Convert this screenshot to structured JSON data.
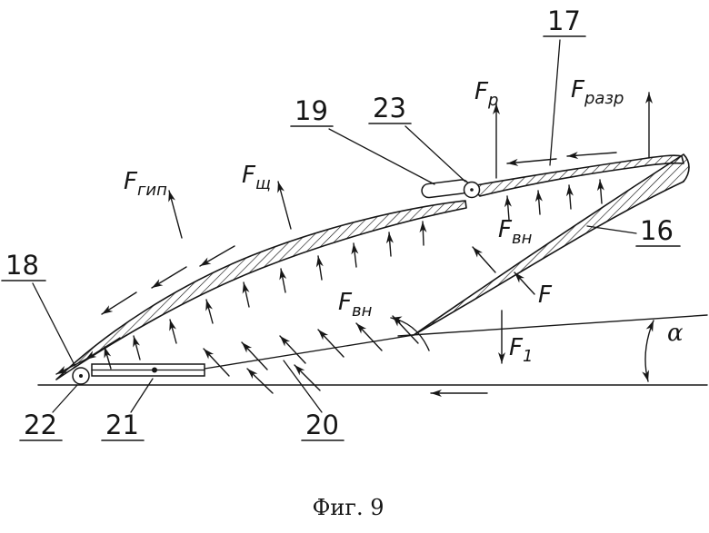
{
  "colors": {
    "ink": "#161616",
    "paper": "#ffffff"
  },
  "caption": "Фиг. 9",
  "angle_label": "α",
  "parts": {
    "p16": "16",
    "p17": "17",
    "p18": "18",
    "p19": "19",
    "p20": "20",
    "p21": "21",
    "p22": "22",
    "p23": "23"
  },
  "forces": {
    "gip": {
      "base": "F",
      "sub": "гип"
    },
    "shch": {
      "base": "F",
      "sub": "щ"
    },
    "p": {
      "base": "F",
      "sub": "р"
    },
    "razr": {
      "base": "F",
      "sub": "разр"
    },
    "vn_top": {
      "base": "F",
      "sub": "вн"
    },
    "vn_bottom": {
      "base": "F",
      "sub": "вн"
    },
    "main": {
      "base": "F",
      "sub": ""
    },
    "f1": {
      "base": "F",
      "sub": "1"
    }
  }
}
